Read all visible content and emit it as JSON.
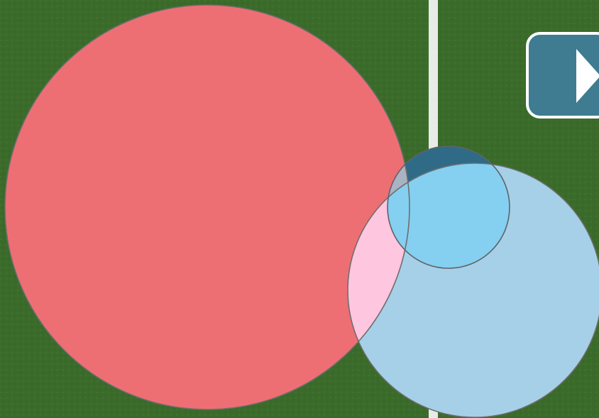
{
  "diagram": {
    "type": "venn",
    "circles": [
      {
        "id": "large-red-circle",
        "color": "#ee6f73"
      },
      {
        "id": "large-blue-circle",
        "color": "#a6d0e8"
      },
      {
        "id": "small-dark-blue-circle",
        "color": "#2f6b86"
      }
    ],
    "overlap_colors": {
      "red_blue": "#ffc6df",
      "red_small": "#a9b3c3",
      "blue_small": "#85cff1"
    }
  },
  "background": {
    "field_color": "#3a6b2a",
    "line_color": "#f2f2f2"
  },
  "controls": {
    "play_icon": "play-icon",
    "play_button_color": "#3f7c92"
  }
}
